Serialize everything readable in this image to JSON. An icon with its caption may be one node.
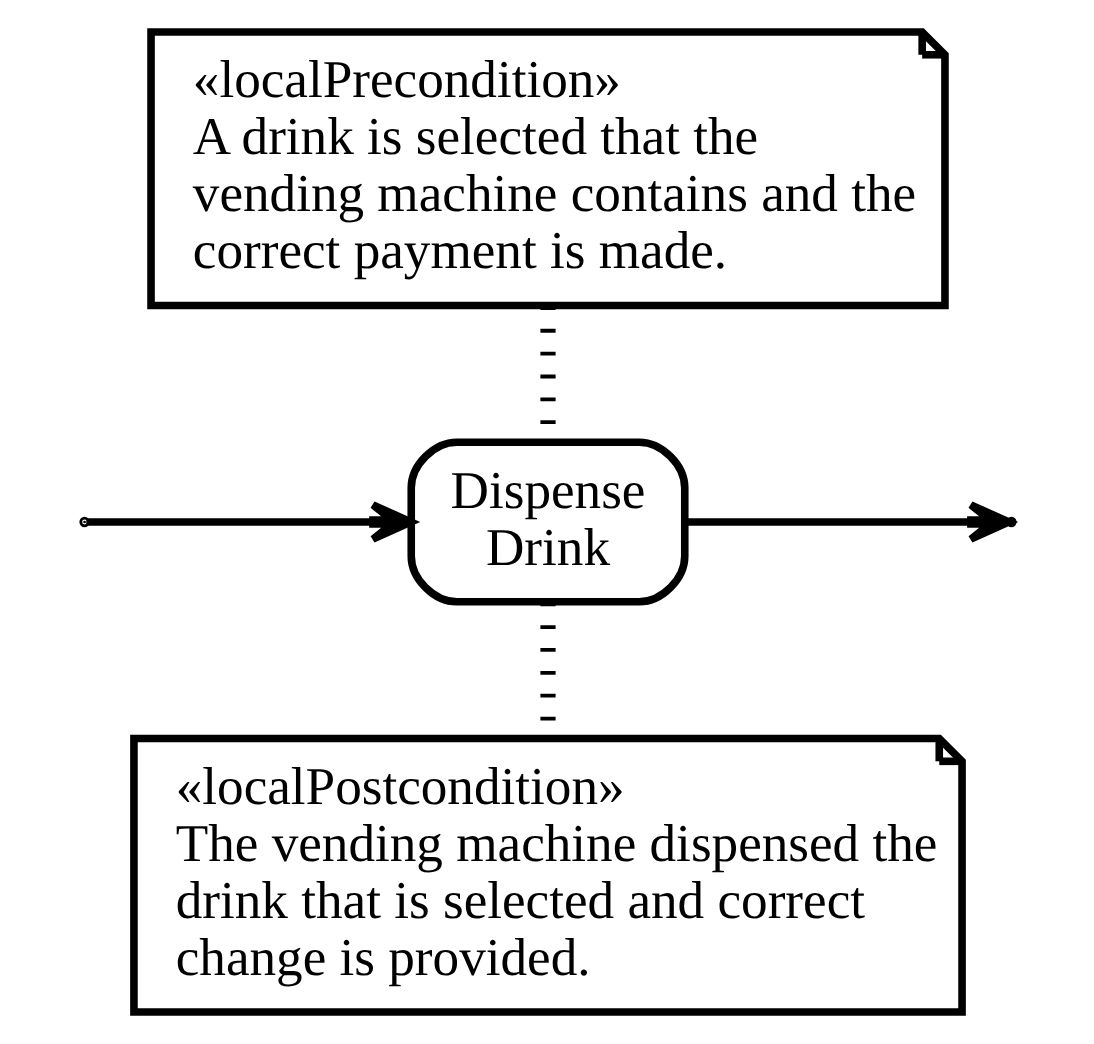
{
  "diagram": {
    "nodes": [
      {
        "text": [
          "«localPrecondition»",
          "A drink is selected that the vending machine contains and the correct payment is made."
        ]
      },
      {
        "text": [
          "Dispense Drink"
        ]
      },
      {
        "text": [
          "«localPostcondition»",
          "The vending machine dispensed the drink that is selected and correct change is provided."
        ]
      }
    ],
    "edges": [
      {
        "from": 0,
        "to": 1,
        "arrow": "none",
        "style": "dashed"
      },
      {
        "from": null,
        "to": 1,
        "arrow": "to"
      },
      {
        "from": 1,
        "to": null,
        "arrow": "to"
      },
      {
        "from": 1,
        "to": 2,
        "arrow": "none",
        "style": "dashed"
      }
    ]
  }
}
